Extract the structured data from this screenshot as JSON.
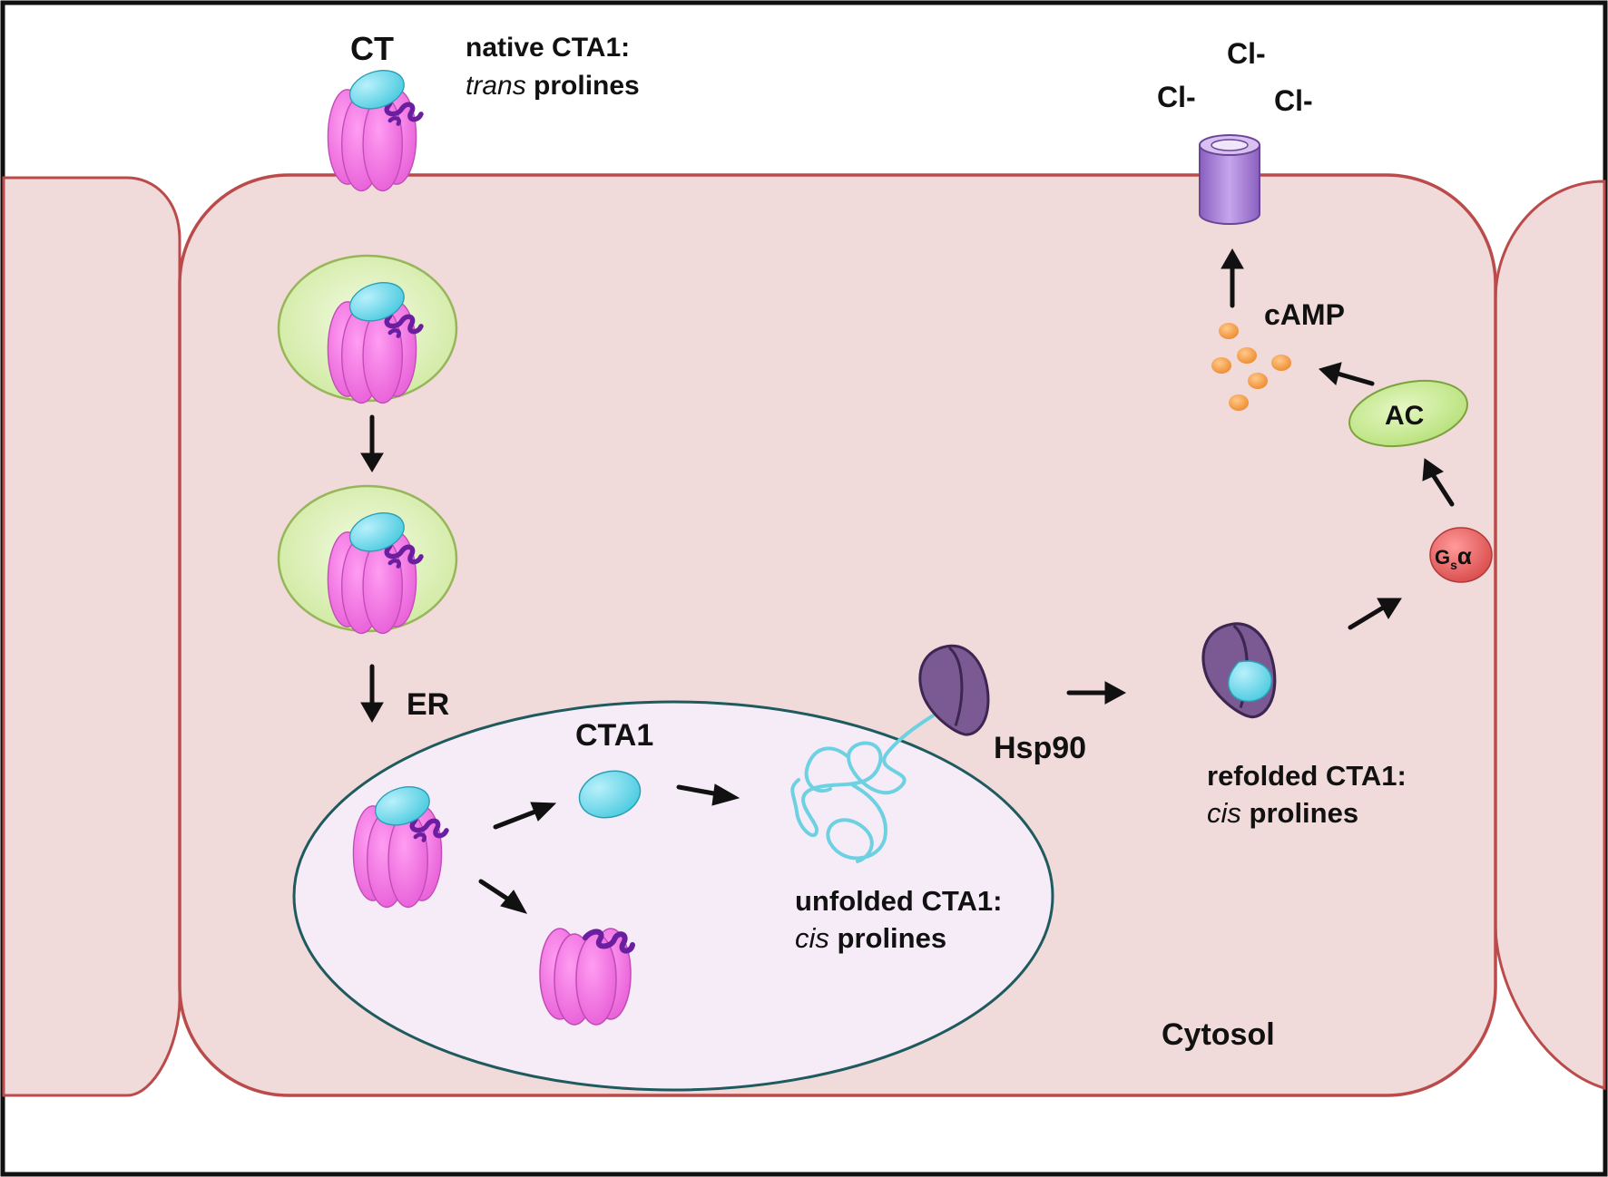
{
  "labels": {
    "ct": "CT",
    "native_title": "native CTA1:",
    "native_italic": "trans",
    "native_rest": " prolines",
    "cl1": "Cl-",
    "cl2": "Cl-",
    "cl3": "Cl-",
    "camp": "cAMP",
    "ac": "AC",
    "gsa_main": "G",
    "gsa_sub": "s",
    "gsa_alpha": "α",
    "er": "ER",
    "cta1": "CTA1",
    "hsp90": "Hsp90",
    "refolded_title": "refolded CTA1:",
    "refolded_italic": "cis",
    "refolded_rest": " prolines",
    "unfolded_title": "unfolded CTA1:",
    "unfolded_italic": "cis",
    "unfolded_rest": " prolines",
    "cytosol": "Cytosol"
  },
  "colors": {
    "cell_fill": "#f0dada",
    "cell_stroke": "#bb4a4a",
    "er_fill": "#f6ecf8",
    "er_stroke": "#1f5a5e",
    "vesicle_fill": "#e3f3c4",
    "vesicle_stroke": "#97b65a",
    "b_subunit": "#f37ce6",
    "a_subunit": "#79dcec",
    "a2_linker": "#6a1fa0",
    "hsp90": "#7b5a93",
    "gsa": "#e86a6a",
    "ac": "#c8ea8f",
    "camp": "#f4a04a",
    "channel": "#a77fd0"
  }
}
